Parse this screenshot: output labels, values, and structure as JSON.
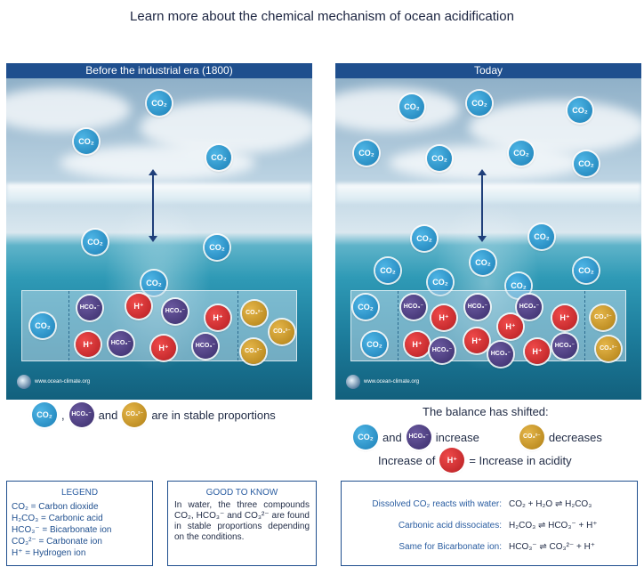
{
  "title": "Learn more about the chemical mechanism of ocean acidification",
  "panels": {
    "before": {
      "heading": "Before the industrial era (1800)"
    },
    "today": {
      "heading": "Today"
    }
  },
  "molecule_labels": {
    "co2": "CO₂",
    "hco3": "HCO₃⁻",
    "h": "H⁺",
    "co3": "CO₃²⁻"
  },
  "logo_text": "www.ocean-climate.org",
  "left_caption": {
    "conj_comma": ",",
    "conj_and": "and",
    "text": "are in stable proportions"
  },
  "right_caption": {
    "line1": "The balance has shifted:",
    "and": "and",
    "increase": "increase",
    "decreases": "decreases",
    "increase_of": "Increase of",
    "acidity": "= Increase in acidity"
  },
  "legend": {
    "heading": "LEGEND",
    "items": [
      "CO₂ = Carbon dioxide",
      "H₂CO₃ = Carbonic acid",
      "HCO₃⁻ = Bicarbonate ion",
      "CO₃²⁻ = Carbonate ion",
      "H⁺ = Hydrogen ion"
    ]
  },
  "good_to_know": {
    "heading": "GOOD TO KNOW",
    "text": "In water, the three compounds CO₂, HCO₃⁻ and CO₃²⁻ are found in stable proportions depending on the conditions."
  },
  "reactions": [
    {
      "label": "Dissolved CO₂ reacts with water:",
      "equation": "CO₂ + H₂O ⇌ H₂CO₃"
    },
    {
      "label": "Carbonic acid dissociates:",
      "equation": "H₂CO₃ ⇌ HCO₃⁻ + H⁺"
    },
    {
      "label": "Same for Bicarbonate ion:",
      "equation": "HCO₃⁻ ⇌ CO₃²⁻ + H⁺"
    }
  ]
}
